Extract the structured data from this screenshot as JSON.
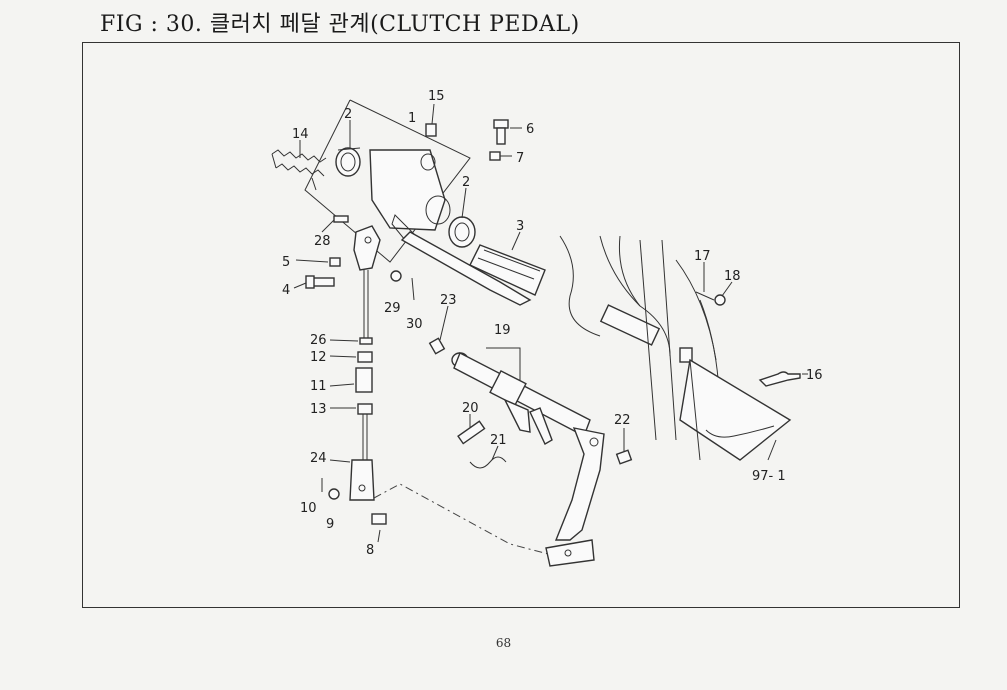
{
  "header": {
    "title": "FIG : 30. 클러치 페달 관계(CLUTCH PEDAL)"
  },
  "footer": {
    "page_number": "68"
  },
  "part_labels": {
    "p1": "1",
    "p2a": "2",
    "p2b": "2",
    "p3": "3",
    "p4": "4",
    "p5": "5",
    "p6": "6",
    "p7": "7",
    "p8": "8",
    "p9": "9",
    "p10": "10",
    "p11": "11",
    "p12": "12",
    "p13": "13",
    "p14": "14",
    "p15": "15",
    "p16": "16",
    "p17": "17",
    "p18": "18",
    "p19": "19",
    "p20": "20",
    "p21": "21",
    "p22": "22",
    "p23": "23",
    "p24": "24",
    "p26": "26",
    "p28": "28",
    "p29": "29",
    "p30": "30",
    "p97": "97- 1"
  }
}
